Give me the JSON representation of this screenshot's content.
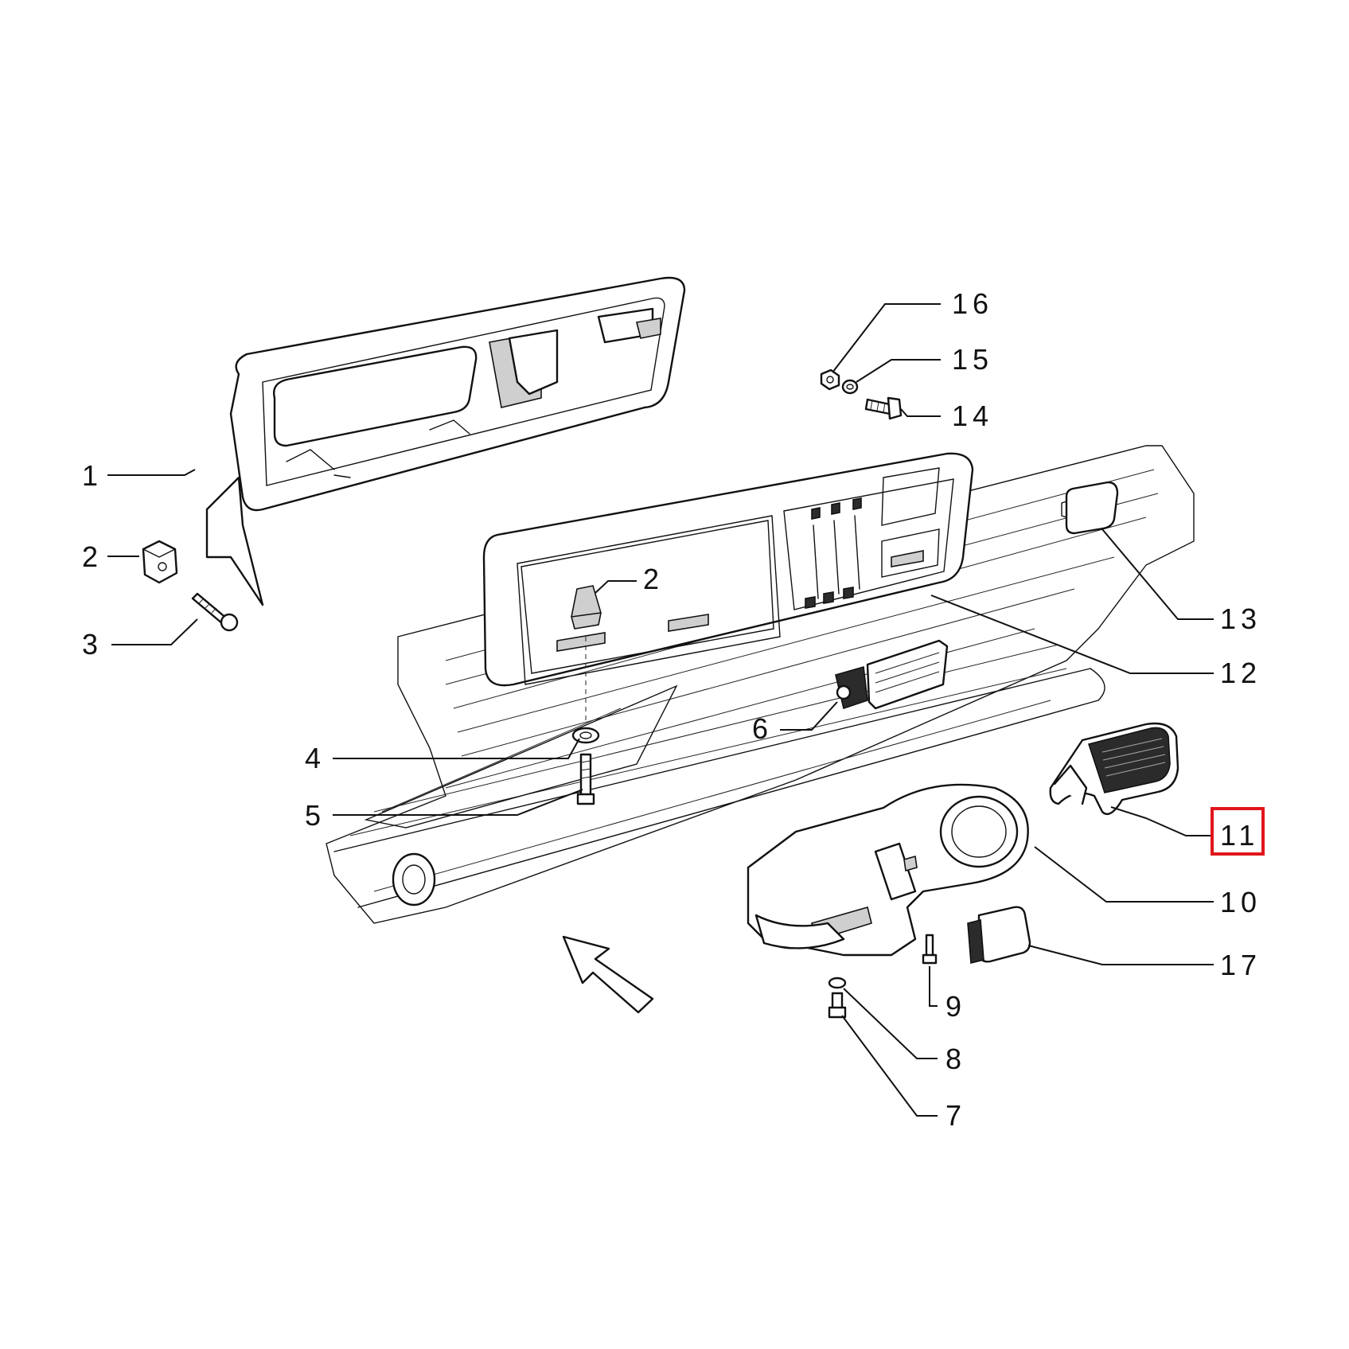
{
  "diagram": {
    "callouts": [
      {
        "id": "c1",
        "label": "1"
      },
      {
        "id": "c2a",
        "label": "2"
      },
      {
        "id": "c2b",
        "label": "2"
      },
      {
        "id": "c3",
        "label": "3"
      },
      {
        "id": "c4",
        "label": "4"
      },
      {
        "id": "c5",
        "label": "5"
      },
      {
        "id": "c6",
        "label": "6"
      },
      {
        "id": "c7",
        "label": "7"
      },
      {
        "id": "c8",
        "label": "8"
      },
      {
        "id": "c9",
        "label": "9"
      },
      {
        "id": "c10",
        "label": "10"
      },
      {
        "id": "c11",
        "label": "11"
      },
      {
        "id": "c12",
        "label": "12"
      },
      {
        "id": "c13",
        "label": "13"
      },
      {
        "id": "c14",
        "label": "14"
      },
      {
        "id": "c15",
        "label": "15"
      },
      {
        "id": "c16",
        "label": "16"
      },
      {
        "id": "c17",
        "label": "17"
      }
    ],
    "highlighted_callout": "11",
    "highlight_color": "#e0161b",
    "line_color": "#111111",
    "icons": [
      "direction-arrow-icon"
    ]
  }
}
